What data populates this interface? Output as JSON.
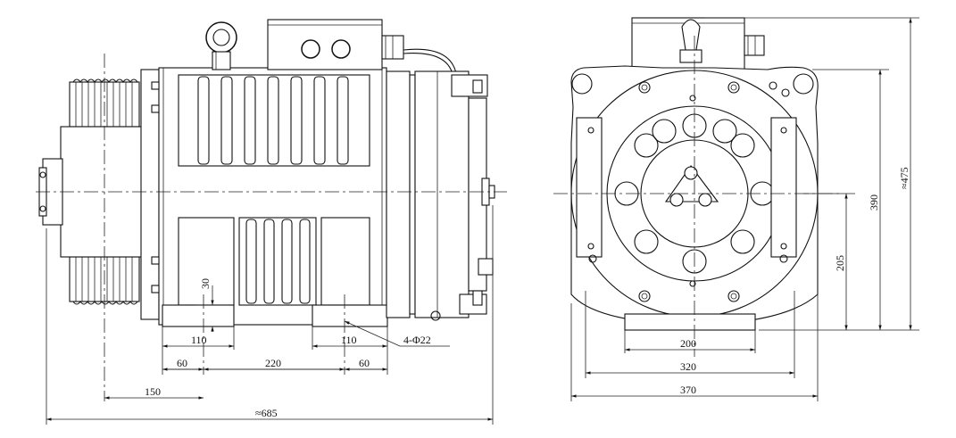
{
  "side_view": {
    "dimensions": {
      "foot_width_left": "110",
      "foot_width_right": "110",
      "bolt_holes": "4-Φ22",
      "hole_offset_left": "60",
      "hole_spacing": "220",
      "hole_offset_right": "60",
      "hole_from_pulley": "150",
      "overall_length": "≈685",
      "foot_height": "30"
    }
  },
  "front_view": {
    "dimensions": {
      "base_width": "200",
      "hole_width": "320",
      "overall_width": "370",
      "center_height": "205",
      "mount_height": "390",
      "overall_height": "≈475"
    }
  }
}
